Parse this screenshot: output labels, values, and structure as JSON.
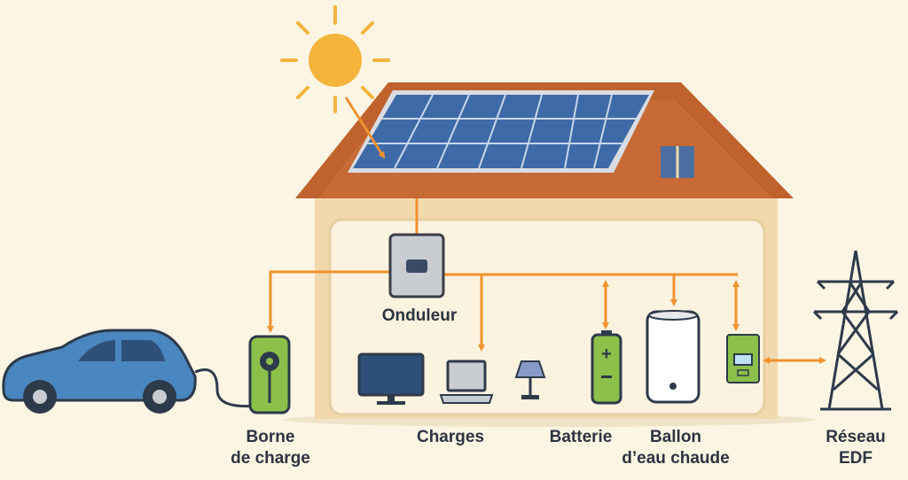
{
  "labels": {
    "inverter": "Onduleur",
    "charger_line1": "Borne",
    "charger_line2": "de charge",
    "loads": "Charges",
    "battery": "Batterie",
    "water_heater_line1": "Ballon",
    "water_heater_line2": "d’eau chaude",
    "grid_line1": "Réseau",
    "grid_line2": "EDF"
  },
  "colors": {
    "background": "#fcf5e4",
    "roof": "#c0622e",
    "wall": "#f1d9ad",
    "panel": "#3e6aa8",
    "sun": "#f5b43c",
    "flow": "#f0922e",
    "car": "#4a86c0",
    "device_green": "#8cc04a"
  }
}
